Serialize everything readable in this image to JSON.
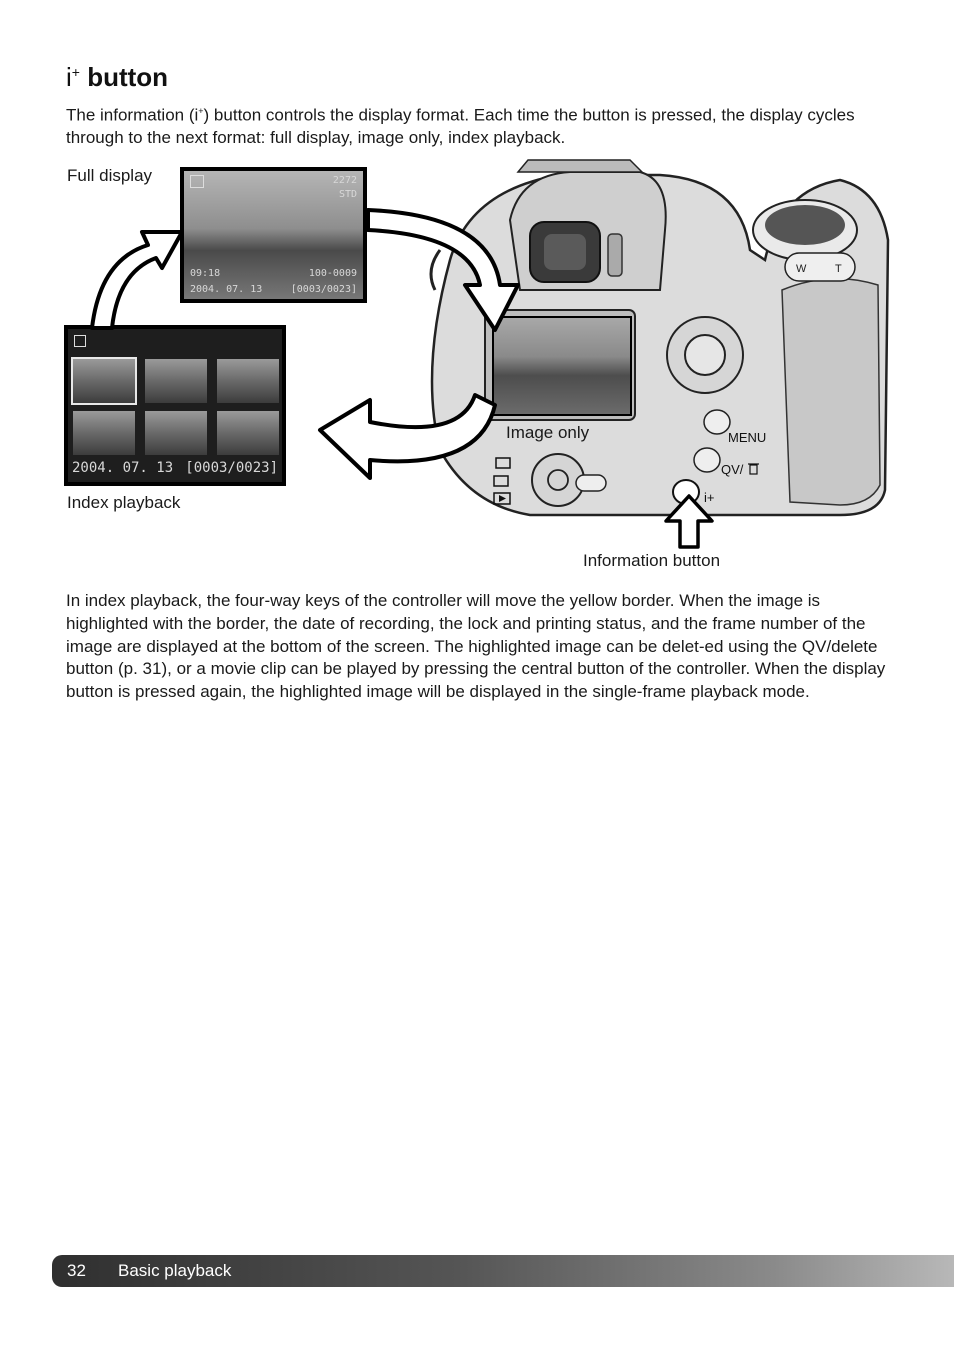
{
  "heading": {
    "symbol": "i",
    "superscript": "+",
    "word": "button"
  },
  "intro": {
    "before": "The information (i",
    "sup": "+",
    "after": ") button controls the display format. Each time the button is pressed, the display cycles through to the next format: full display, image only, index playback."
  },
  "labels": {
    "full_display": "Full display",
    "image_only": "Image only",
    "index_playback": "Index playback",
    "information_button": "Information button"
  },
  "full_display_osd": {
    "time": "09:18",
    "date": "2004. 07. 13",
    "folder": "100-0009",
    "frame": "[0003/0023]",
    "quality_top": "2272",
    "quality_bottom": "STD"
  },
  "index_osd": {
    "date": "2004. 07. 13",
    "frame": "[0003/0023]"
  },
  "camera_labels": {
    "menu": "MENU",
    "qv": "QV/",
    "trash_icon": "trash-icon",
    "info": "i+",
    "wide": "W",
    "tele": "T"
  },
  "body_text": "In index playback, the four-way keys of the controller will move the yellow border. When the image is highlighted with the border, the date of recording, the lock and printing status, and the frame number of the image are displayed at the bottom of the screen. The highlighted image can be delet-ed using the QV/delete button (p. 31), or a movie clip can be played by pressing the central button of the controller. When the display button is pressed again, the highlighted image will be displayed in the single-frame playback mode.",
  "footer": {
    "page_number": "32",
    "section": "Basic playback"
  }
}
